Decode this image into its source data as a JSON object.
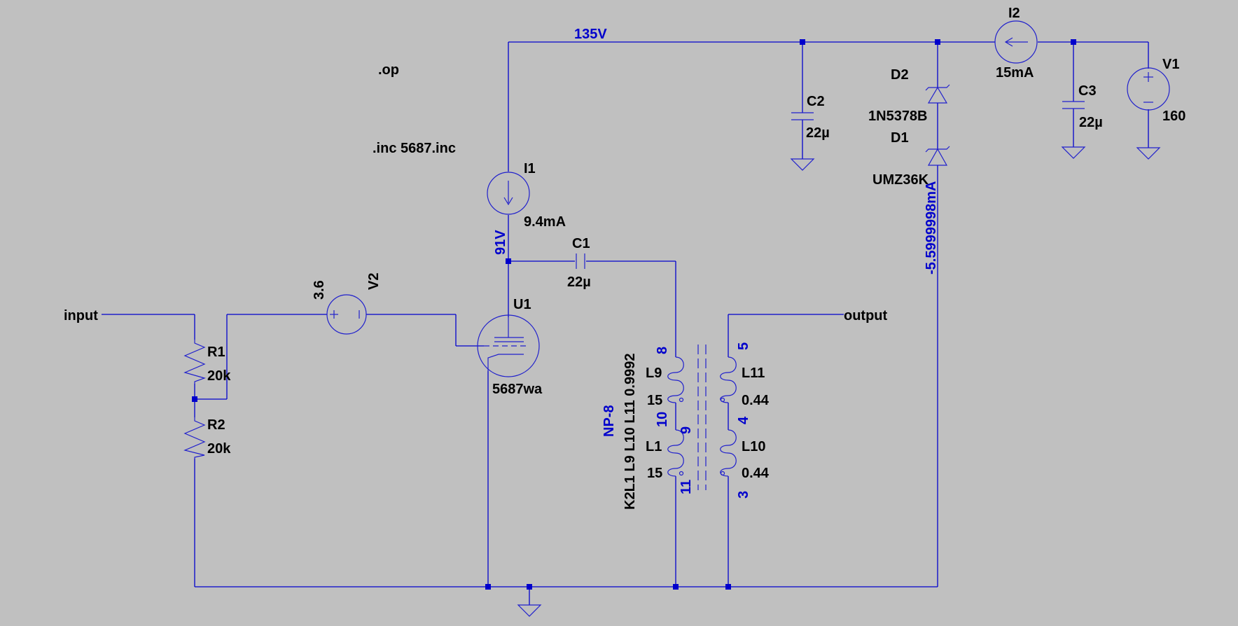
{
  "directives": {
    "op": ".op",
    "inc": ".inc 5687.inc"
  },
  "nets": {
    "v135": "135V",
    "v91": "91V",
    "diode_current": "-5.5999998mA"
  },
  "ports": {
    "input": "input",
    "output": "output"
  },
  "components": {
    "I1": {
      "name": "I1",
      "value": "9.4mA"
    },
    "I2": {
      "name": "I2",
      "value": "15mA"
    },
    "V1": {
      "name": "V1",
      "value": "160"
    },
    "V2": {
      "name": "V2",
      "value": "3.6"
    },
    "C1": {
      "name": "C1",
      "value": "22µ"
    },
    "C2": {
      "name": "C2",
      "value": "22µ"
    },
    "C3": {
      "name": "C3",
      "value": "22µ"
    },
    "D1": {
      "name": "D1",
      "value": "UMZ36K"
    },
    "D2": {
      "name": "D2",
      "value": "1N5378B"
    },
    "R1": {
      "name": "R1",
      "value": "20k"
    },
    "R2": {
      "name": "R2",
      "value": "20k"
    },
    "U1": {
      "name": "U1",
      "value": "5687wa"
    },
    "L9": {
      "name": "L9",
      "value": "15",
      "pin_top": "8",
      "pin_bottom": "10"
    },
    "L1": {
      "name": "L1",
      "value": "15",
      "pin_top": "9",
      "pin_bottom": "11"
    },
    "L11": {
      "name": "L11",
      "value": "0.44",
      "pin_top": "5",
      "pin_bottom": "4"
    },
    "L10": {
      "name": "L10",
      "value": "0.44",
      "pin_top": "",
      "pin_bottom": "3"
    }
  },
  "transformer": {
    "part": "NP-8",
    "coupling": "K2L1 L9 L10 L11 0.9992"
  },
  "colors": {
    "background": "#c0c0c0",
    "wire": "#0000cc",
    "text": "#000000"
  }
}
